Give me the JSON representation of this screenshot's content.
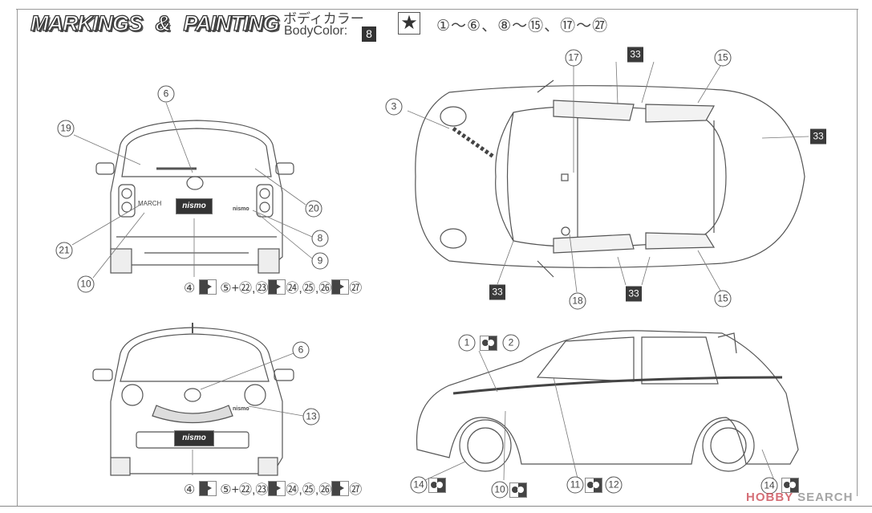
{
  "header": {
    "title": "MARKINGS & PAINTING",
    "body_color_jp": "ボディカラー",
    "body_color_en": "BodyColor:",
    "body_color_num": "8",
    "star_icon": "★",
    "star_note": "①～⑥、⑧～⑮、⑰～㉗"
  },
  "rear_view": {
    "callouts": [
      "6",
      "19",
      "20",
      "8",
      "9",
      "21",
      "10"
    ],
    "sequence": {
      "a": "④",
      "b": "⑤+㉒,㉓",
      "c": "㉔,㉕,㉖",
      "d": "㉗"
    },
    "decals": {
      "march": "MARCH",
      "plate": "nismo",
      "nismo_small": "nismo"
    }
  },
  "front_view": {
    "callouts": [
      "6",
      "13"
    ],
    "sequence": {
      "a": "④",
      "b": "⑤+㉒,㉓",
      "c": "㉔,㉕,㉖",
      "d": "㉗"
    },
    "decals": {
      "plate": "nismo",
      "nismo_small": "nismo"
    }
  },
  "top_view": {
    "callouts": [
      "3",
      "17",
      "15",
      "18",
      "15"
    ],
    "paint_boxes": [
      "33",
      "33",
      "33",
      "33"
    ]
  },
  "side_view": {
    "callouts": [
      "1",
      "2",
      "14",
      "10",
      "11",
      "12",
      "14"
    ]
  },
  "watermark": {
    "brand": "HOBBY",
    "rest": "SEARCH"
  }
}
